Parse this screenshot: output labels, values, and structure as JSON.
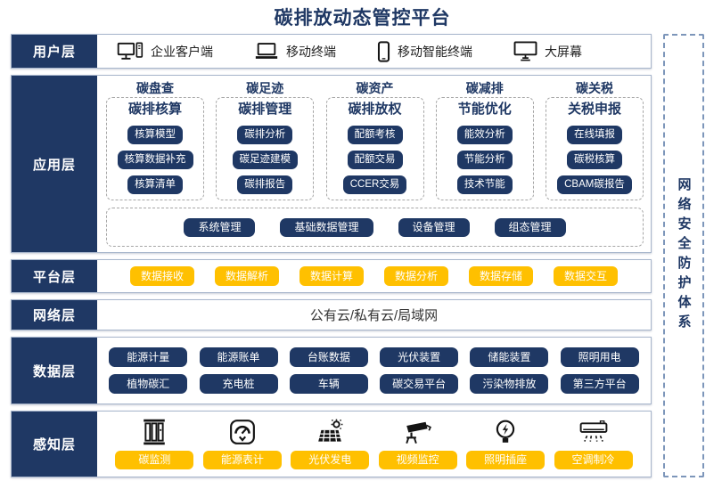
{
  "title": "碳排放动态管控平台",
  "security_sidebar": {
    "label": "网络安全防护体系"
  },
  "colors": {
    "navy": "#1F3864",
    "yellow": "#FFC000",
    "layer_border": "#A8B6CC"
  },
  "layers": {
    "user": {
      "label": "用户层",
      "items": [
        {
          "icon": "desktop-pc-icon",
          "label": "企业客户端"
        },
        {
          "icon": "laptop-icon",
          "label": "移动终端"
        },
        {
          "icon": "smartphone-icon",
          "label": "移动智能终端"
        },
        {
          "icon": "big-screen-icon",
          "label": "大屏幕"
        }
      ]
    },
    "app": {
      "label": "应用层",
      "columns": [
        {
          "title": "碳盘查",
          "subtitle": "碳排核算",
          "items": [
            "核算模型",
            "核算数据补充",
            "核算清单"
          ]
        },
        {
          "title": "碳足迹",
          "subtitle": "碳排管理",
          "items": [
            "碳排分析",
            "碳足迹建模",
            "碳排报告"
          ]
        },
        {
          "title": "碳资产",
          "subtitle": "碳排放权",
          "items": [
            "配额考核",
            "配额交易",
            "CCER交易"
          ]
        },
        {
          "title": "碳减排",
          "subtitle": "节能优化",
          "items": [
            "能效分析",
            "节能分析",
            "技术节能"
          ]
        },
        {
          "title": "碳关税",
          "subtitle": "关税申报",
          "items": [
            "在线填报",
            "碳税核算",
            "CBAM碳报告"
          ]
        }
      ],
      "common_items": [
        "系统管理",
        "基础数据管理",
        "设备管理",
        "组态管理"
      ]
    },
    "platform": {
      "label": "平台层",
      "items": [
        "数据接收",
        "数据解析",
        "数据计算",
        "数据分析",
        "数据存储",
        "数据交互"
      ]
    },
    "network": {
      "label": "网络层",
      "text": "公有云/私有云/局域网"
    },
    "data": {
      "label": "数据层",
      "rows": [
        [
          "能源计量",
          "能源账单",
          "台账数据",
          "光伏装置",
          "储能装置",
          "照明用电"
        ],
        [
          "植物碳汇",
          "充电桩",
          "车辆",
          "碳交易平台",
          "污染物排放",
          "第三方平台"
        ]
      ]
    },
    "perception": {
      "label": "感知层",
      "items": [
        {
          "icon": "carbon-monitor-icon",
          "label": "碳监测"
        },
        {
          "icon": "energy-meter-icon",
          "label": "能源表计"
        },
        {
          "icon": "solar-panel-icon",
          "label": "光伏发电"
        },
        {
          "icon": "cctv-camera-icon",
          "label": "视频监控"
        },
        {
          "icon": "light-bulb-icon",
          "label": "照明插座"
        },
        {
          "icon": "air-conditioner-icon",
          "label": "空调制冷"
        }
      ]
    }
  }
}
